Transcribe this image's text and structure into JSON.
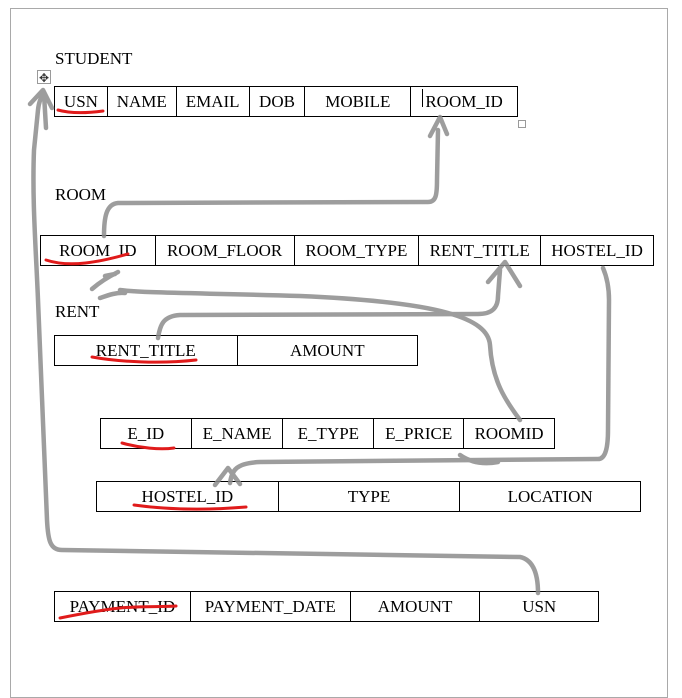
{
  "diagram": {
    "tables": [
      {
        "name": "STUDENT",
        "columns": [
          "USN",
          "NAME",
          "EMAIL",
          "DOB",
          "MOBILE",
          "ROOM_ID"
        ]
      },
      {
        "name": "ROOM",
        "columns": [
          "ROOM_ID",
          "ROOM_FLOOR",
          "ROOM_TYPE",
          "RENT_TITLE",
          "HOSTEL_ID"
        ]
      },
      {
        "name": "RENT",
        "columns": [
          "RENT_TITLE",
          "AMOUNT"
        ]
      },
      {
        "name": "",
        "columns": [
          "E_ID",
          "E_NAME",
          "E_TYPE",
          "E_PRICE",
          "ROOMID"
        ]
      },
      {
        "name": "",
        "columns": [
          "HOSTEL_ID",
          "TYPE",
          "LOCATION"
        ]
      },
      {
        "name": "",
        "columns": [
          "PAYMENT_ID",
          "PAYMENT_DATE",
          "AMOUNT",
          "USN"
        ]
      }
    ],
    "colors": {
      "arrow": "#8c8c8c",
      "underline": "#e01b1b",
      "border": "#000000",
      "page_border": "#a9a9a9"
    },
    "icons": {
      "move_handle": "move-handle-icon",
      "resize_handle": "resize-handle-icon"
    }
  }
}
